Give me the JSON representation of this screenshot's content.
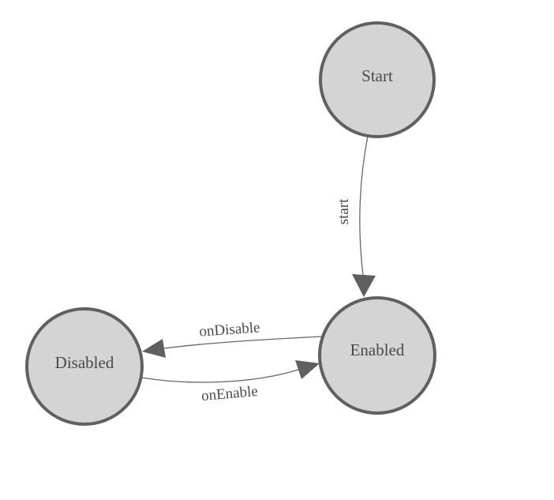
{
  "diagram_type": "state-machine",
  "states": [
    {
      "id": "start",
      "label": "Start"
    },
    {
      "id": "enabled",
      "label": "Enabled"
    },
    {
      "id": "disabled",
      "label": "Disabled"
    }
  ],
  "transitions": [
    {
      "from": "Start",
      "to": "Enabled",
      "label": "start"
    },
    {
      "from": "Enabled",
      "to": "Disabled",
      "label": "onDisable"
    },
    {
      "from": "Disabled",
      "to": "Enabled",
      "label": "onEnable"
    }
  ],
  "colors": {
    "background": "#ffffff",
    "node_fill": "#d4d4d4",
    "node_stroke": "#606060",
    "edge_stroke": "#666666",
    "arrowhead_fill": "#5f5f5f",
    "label_color": "#4a4a4e"
  }
}
